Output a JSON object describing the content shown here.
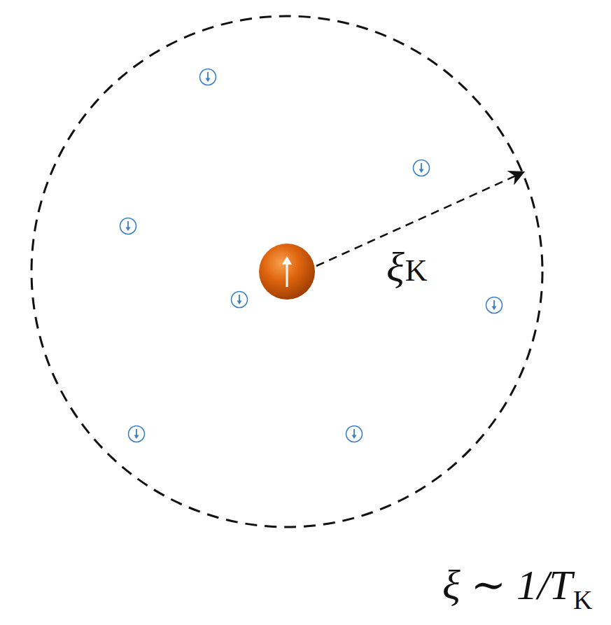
{
  "diagram": {
    "labels": [
      "ξ",
      "K",
      "ξ ∼ 1/T",
      "K"
    ]
  }
}
